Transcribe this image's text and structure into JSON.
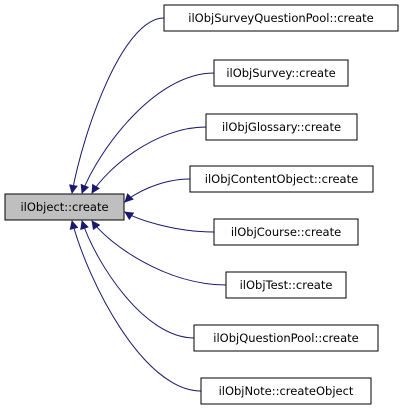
{
  "colors": {
    "edge": "#191970",
    "node_border": "#000000",
    "node_fill": "#ffffff",
    "root_fill": "#bfbfbf",
    "text": "#000000"
  },
  "root": {
    "label": "ilObject::create"
  },
  "callers": [
    {
      "label": "ilObjSurveyQuestionPool::create"
    },
    {
      "label": "ilObjSurvey::create"
    },
    {
      "label": "ilObjGlossary::create"
    },
    {
      "label": "ilObjContentObject::create"
    },
    {
      "label": "ilObjCourse::create"
    },
    {
      "label": "ilObjTest::create"
    },
    {
      "label": "ilObjQuestionPool::create"
    },
    {
      "label": "ilObjNote::createObject"
    }
  ]
}
